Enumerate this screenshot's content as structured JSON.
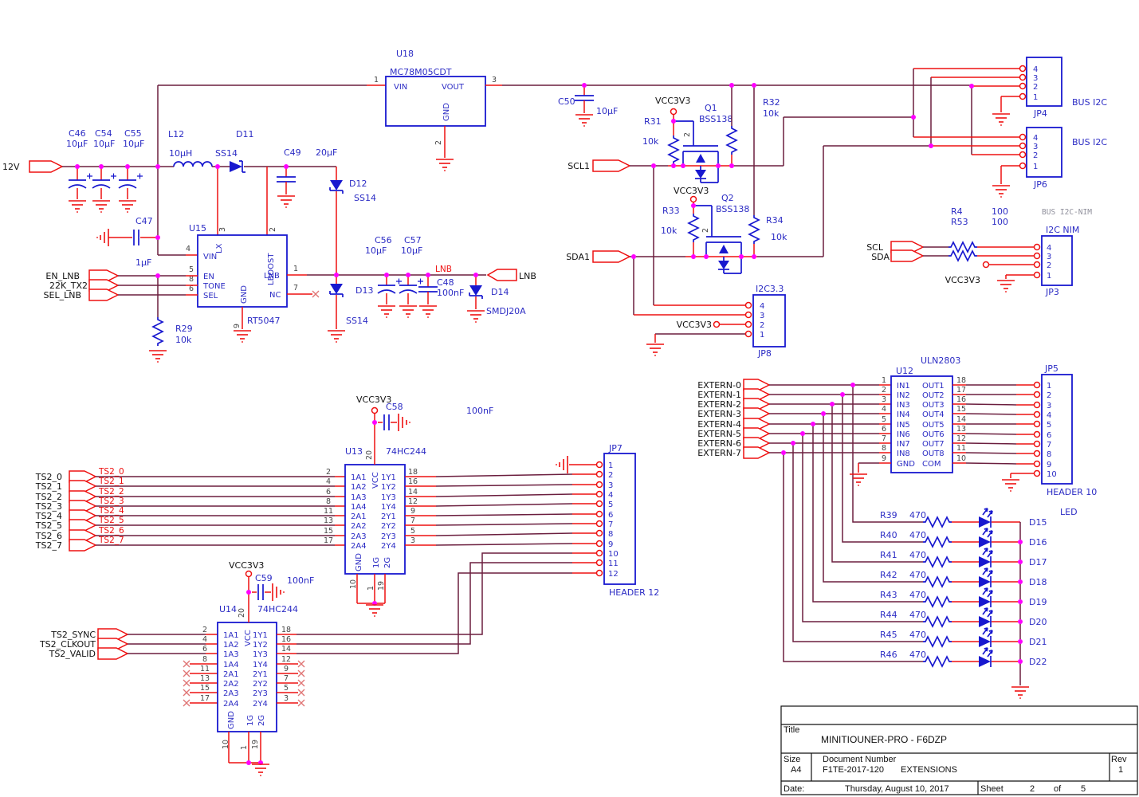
{
  "colors": {
    "wire": "#6B1E3E",
    "pin_red": "#EE1010",
    "symbol_blue": "#1818CF",
    "label_blue": "#2B2BC4",
    "junction": "#FF00FF",
    "gray": "#90909C",
    "black": "#111111"
  },
  "power": {
    "v12": "12V",
    "c46_ref": "C46",
    "c46_val": "10µF",
    "c54_ref": "C54",
    "c54_val": "10µF",
    "c55_ref": "C55",
    "c55_val": "10µF",
    "c47_ref": "C47",
    "c47_val": "1µF",
    "l12_ref": "L12",
    "l12_val": "10µH",
    "d11_ref": "D11",
    "d11_val": "SS14",
    "c49_ref": "C49",
    "c49_val": "20µF",
    "u18_ref": "U18",
    "u18_part": "MC78M05CDT",
    "u18_vin": "VIN",
    "u18_vout": "VOUT",
    "u18_gnd": "GND",
    "u18_p1": "1",
    "u18_p2": "2",
    "u18_p3": "3",
    "c50_ref": "C50",
    "c50_val": "10µF",
    "u15_ref": "U15",
    "u15_part": "RT5047",
    "u15_vin": "VIN",
    "u15_en": "EN",
    "u15_tone": "TONE",
    "u15_sel": "SEL",
    "u15_gnd": "GND",
    "u15_lx": "LX",
    "u15_lboost": "LBOOST",
    "u15_lnb": "LNB",
    "u15_nc": "NC",
    "u15_p4": "4",
    "u15_p5": "5",
    "u15_p8": "8",
    "u15_p6": "6",
    "u15_p9": "9",
    "u15_p3": "3",
    "u15_p2": "2",
    "u15_p1": "1",
    "u15_p7": "7",
    "en_lnb": "EN_LNB",
    "tone": "22K_TX2",
    "sel": "SEL_LNB",
    "r29_ref": "R29",
    "r29_val": "10k",
    "d12_ref": "D12",
    "d12_val": "SS14",
    "d13_ref": "D13",
    "d13_val": "SS14",
    "d14_ref": "D14",
    "d14_val": "SMDJ20A",
    "c56_ref": "C56",
    "c56_val": "10µF",
    "c57_ref": "C57",
    "c57_val": "10µF",
    "c48_ref": "C48",
    "c48_val": "100nF",
    "lnb_net": "LNB",
    "lnb_out": "LNB"
  },
  "i2c": {
    "scl1": "SCL1",
    "sda1": "SDA1",
    "vcc1": "VCC3V3",
    "vcc2": "VCC3V3",
    "q1_ref": "Q1",
    "q1_part": "BSS138",
    "q1_pin": "2",
    "q2_ref": "Q2",
    "q2_part": "BSS138",
    "q2_pin": "2",
    "r31_ref": "R31",
    "r31_val": "10k",
    "r32_ref": "R32",
    "r32_val": "10k",
    "r33_ref": "R33",
    "r33_val": "10k",
    "r34_ref": "R34",
    "r34_val": "10k",
    "pins4": [
      "4",
      "3",
      "2",
      "1"
    ],
    "jp4_ref": "JP4",
    "jp4_label": "BUS I2C",
    "jp6_ref": "JP6",
    "jp6_label": "BUS I2C",
    "jp8_ref": "JP8",
    "jp8_label": "I2C3.3",
    "jp8_vcc": "VCC3V3",
    "jp3_ref": "JP3",
    "jp3_label": "I2C NIM",
    "jp3_bus": "BUS I2C-NIM",
    "jp3_vcc": "VCC3V3",
    "scl": "SCL",
    "sda": "SDA",
    "r4_ref": "R4",
    "r4_val": "100",
    "r53_ref": "R53",
    "r53_val": "100"
  },
  "ts2": {
    "inputs": [
      "TS2_0",
      "TS2_1",
      "TS2_2",
      "TS2_3",
      "TS2_4",
      "TS2_5",
      "TS2_6",
      "TS2_7"
    ],
    "sync": [
      "TS2_SYNC",
      "TS2_CLKOUT",
      "TS2_VALID"
    ],
    "vcc13": "VCC3V3",
    "vcc14": "VCC3V3",
    "c58_ref": "C58",
    "c58_val": "100nF",
    "c59_ref": "C59",
    "c59_val": "100nF",
    "u13_ref": "U13",
    "u14_ref": "U14",
    "part": "74HC244",
    "in_names": [
      "1A1",
      "1A2",
      "1A3",
      "1A4",
      "2A1",
      "2A2",
      "2A3",
      "2A4"
    ],
    "out_names": [
      "1Y1",
      "1Y2",
      "1Y3",
      "1Y4",
      "2Y1",
      "2Y2",
      "2Y3",
      "2Y4"
    ],
    "in_pins": [
      "2",
      "4",
      "6",
      "8",
      "11",
      "13",
      "15",
      "17"
    ],
    "out_pins": [
      "18",
      "16",
      "14",
      "12",
      "9",
      "7",
      "5",
      "3"
    ],
    "vcc": "VCC",
    "gnd": "GND",
    "g1": "1G",
    "g2": "2G",
    "vcc_pin": "20",
    "gnd_pin": "10",
    "g1_pin": "1",
    "g2_pin": "19",
    "jp7_ref": "JP7",
    "jp7_label": "HEADER 12",
    "jp7_pins": [
      "1",
      "2",
      "3",
      "4",
      "5",
      "6",
      "7",
      "8",
      "9",
      "10",
      "11",
      "12"
    ]
  },
  "extern": {
    "inputs": [
      "EXTERN-0",
      "EXTERN-1",
      "EXTERN-2",
      "EXTERN-3",
      "EXTERN-4",
      "EXTERN-5",
      "EXTERN-6",
      "EXTERN-7"
    ],
    "u12_ref": "U12",
    "u12_part": "ULN2803",
    "in_names": [
      "IN1",
      "IN2",
      "IN3",
      "IN4",
      "IN5",
      "IN6",
      "IN7",
      "IN8"
    ],
    "gnd": "GND",
    "out_names": [
      "OUT1",
      "OUT2",
      "OUT3",
      "OUT4",
      "OUT5",
      "OUT6",
      "OUT7",
      "OUT8"
    ],
    "com": "COM",
    "in_pins": [
      "1",
      "2",
      "3",
      "4",
      "5",
      "6",
      "7",
      "8"
    ],
    "gnd_pin": "9",
    "out_pins": [
      "18",
      "17",
      "16",
      "15",
      "14",
      "13",
      "12",
      "11"
    ],
    "com_pin": "10",
    "jp5_ref": "JP5",
    "jp5_label": "HEADER 10",
    "jp5_pins": [
      "1",
      "2",
      "3",
      "4",
      "5",
      "6",
      "7",
      "8",
      "9",
      "10"
    ],
    "led_title": "LED",
    "r_refs": [
      "R39",
      "R40",
      "R41",
      "R42",
      "R43",
      "R44",
      "R45",
      "R46"
    ],
    "r_val": "470",
    "d_refs": [
      "D15",
      "D16",
      "D17",
      "D18",
      "D19",
      "D20",
      "D21",
      "D22"
    ]
  },
  "title_block": {
    "title_label": "Title",
    "title": "MINITIOUNER-PRO  -  F6DZP",
    "size_label": "Size",
    "size": "A4",
    "doc_label": "Document Number",
    "doc_number": "F1TE-2017-120",
    "doc_variant": "EXTENSIONS",
    "rev_label": "Rev",
    "rev": "1",
    "date_label": "Date:",
    "date": "Thursday, August 10, 2017",
    "sheet_label": "Sheet",
    "sheet": "2",
    "of_label": "of",
    "total": "5"
  }
}
